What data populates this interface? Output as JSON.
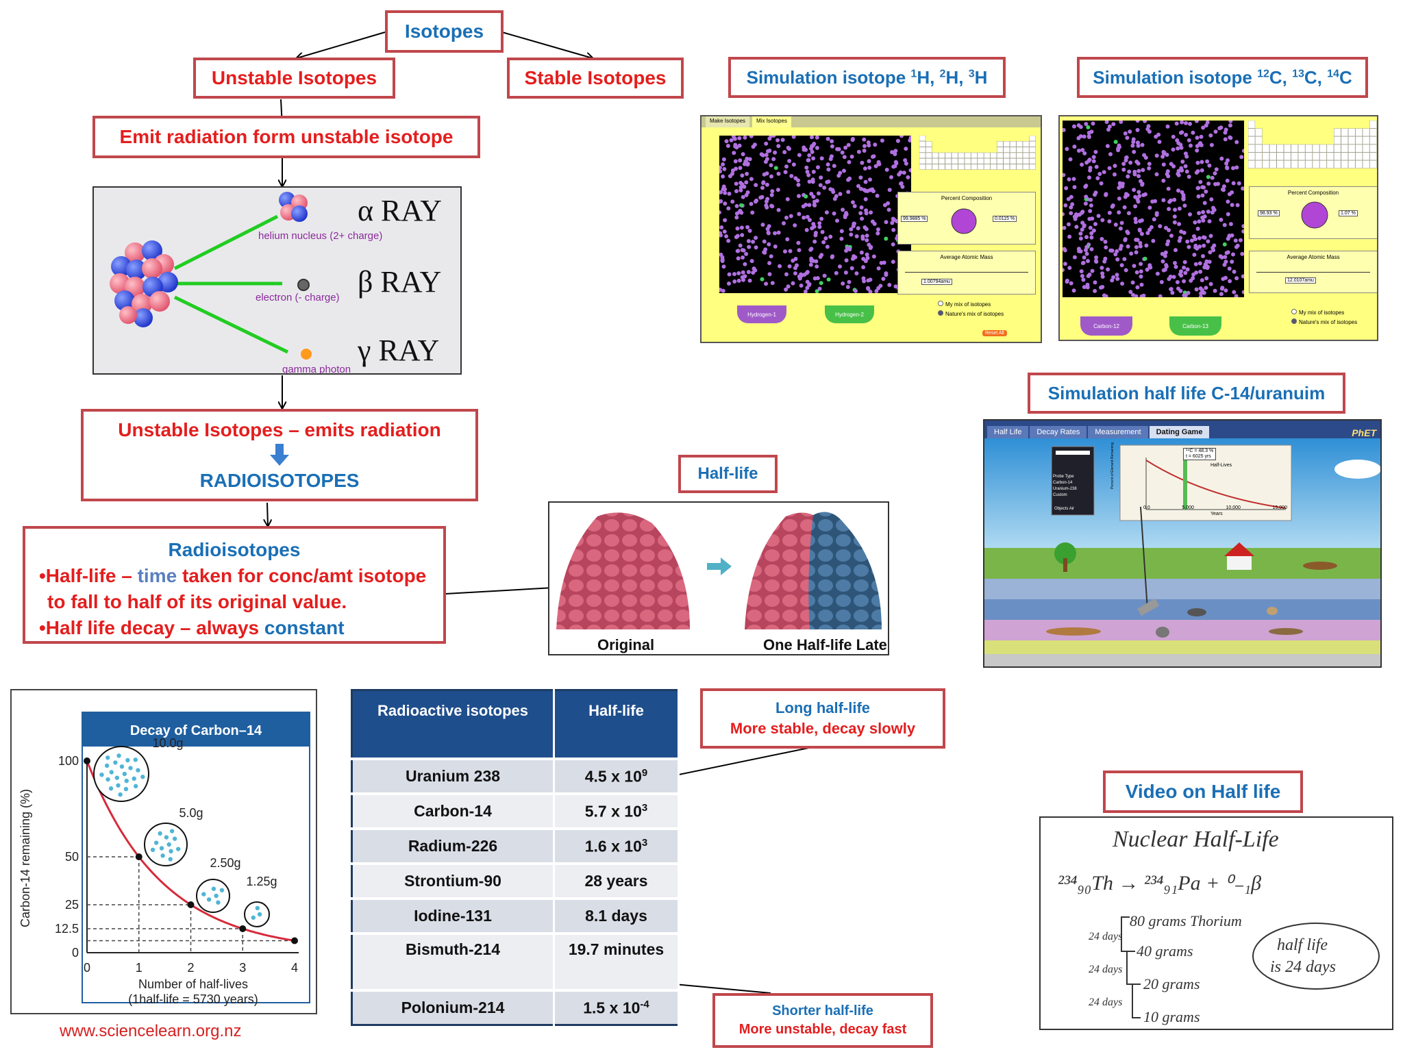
{
  "flow": {
    "isotopes": "Isotopes",
    "unstable": "Unstable Isotopes",
    "stable": "Stable Isotopes",
    "emit": "Emit radiation form unstable isotope",
    "unstable_emits": "Unstable Isotopes – emits radiation",
    "radioisotopes_caps": "RADIOISOTOPES"
  },
  "radiation": {
    "alpha": "α RAY",
    "beta": "β RAY",
    "gamma": "γ RAY",
    "helium": "helium nucleus (2+ charge)",
    "electron": "electron (- charge)",
    "photon": "gamma photon"
  },
  "definition": {
    "title": "Radioisotopes",
    "line1_a": "•Half-life – ",
    "line1_b": "time",
    "line1_c": " taken for conc/amt isotope",
    "line2": "to fall to half of its original value.",
    "line3_a": "•Half life decay – always ",
    "line3_b": "constant"
  },
  "halflife_label": "Half-life",
  "halflife_image": {
    "original": "Original",
    "later": "One Half-life Later"
  },
  "sim_h": {
    "title_base": "Simulation isotope",
    "title_parts": [
      {
        "sup": "1",
        "el": "H"
      },
      {
        "sup": "2",
        "el": "H"
      },
      {
        "sup": "3",
        "el": "H"
      }
    ],
    "tabs": [
      "Make Isotopes",
      "Mix Isotopes"
    ],
    "percent_title": "Percent Composition",
    "left_value": "99.9885 %",
    "right_value": "0.0115 %",
    "mass_title": "Average Atomic Mass",
    "mass_value": "1.00794amu",
    "radio_1": "My mix of isotopes",
    "radio_2": "Nature's mix of isotopes",
    "bucket_1": "Hydrogen-1",
    "bucket_2": "Hydrogen-2",
    "reset": "Reset All"
  },
  "sim_c": {
    "title_base": "Simulation isotope",
    "title_parts": [
      {
        "sup": "12",
        "el": "C"
      },
      {
        "sup": "13",
        "el": "C"
      },
      {
        "sup": "14",
        "el": "C"
      }
    ],
    "percent_title": "Percent Composition",
    "left_value": "98.93 %",
    "right_value": "1.07 %",
    "mass_title": "Average Atomic Mass",
    "mass_value": "12.0107amu",
    "radio_1": "My mix of isotopes",
    "radio_2": "Nature's mix of isotopes",
    "bucket_1": "Carbon-12",
    "bucket_2": "Carbon-13"
  },
  "sim_hl": {
    "title": "Simulation half life C-14/uranuim",
    "tabs": [
      "Half Life",
      "Decay Rates",
      "Measurement",
      "Dating Game"
    ],
    "logo": "PhET",
    "probe_title": "Probe Type",
    "probe_options": [
      "Carbon-14",
      "Uranium-238",
      "Custom"
    ],
    "objects_air": [
      "Objects",
      "Air"
    ],
    "readout": "¹⁴C = 48.3 %",
    "readout_t": "t = 6025 yrs",
    "graph_title": "Half-Lives",
    "x_ticks": [
      "0.0",
      "5,000",
      "10,000",
      "15,000"
    ],
    "x_label": "Years",
    "ylabel": "Percent of Element Remaining"
  },
  "chart_data": {
    "type": "line",
    "title": "Decay of Carbon–14",
    "xlabel": "Number of half-lives",
    "xlabel2": "(1half-life = 5730 years)",
    "ylabel": "Carbon-14 remaining (%)",
    "x_ticks": [
      "0",
      "1",
      "2",
      "3",
      "4"
    ],
    "y_ticks": [
      "0",
      "12.5",
      "25",
      "50",
      "100"
    ],
    "x": [
      0,
      1,
      2,
      3,
      4
    ],
    "y": [
      100,
      50,
      25,
      12.5,
      6.25
    ],
    "mass_labels": [
      "10.0g",
      "5.0g",
      "2.50g",
      "1.25g"
    ],
    "xlim": [
      0,
      4
    ],
    "ylim": [
      0,
      100
    ],
    "line_color": "#d62b3b"
  },
  "source": "www.sciencelearn.org.nz",
  "table": {
    "headers": [
      "Radioactive isotopes",
      "Half-life"
    ],
    "rows": [
      {
        "iso": "Uranium 238",
        "base": "4.5 x 10",
        "sup": "9"
      },
      {
        "iso": "Carbon-14",
        "base": "5.7 x 10",
        "sup": "3"
      },
      {
        "iso": "Radium-226",
        "base": "1.6 x 10",
        "sup": "3"
      },
      {
        "iso": "Strontium-90",
        "base": "28 years",
        "sup": ""
      },
      {
        "iso": "Iodine-131",
        "base": "8.1 days",
        "sup": ""
      },
      {
        "iso": "Bismuth-214",
        "base": "19.7 minutes",
        "sup": ""
      },
      {
        "iso": "Polonium-214",
        "base": "1.5 x 10",
        "sup": "-4"
      }
    ]
  },
  "long_note": {
    "title": "Long half-life",
    "text": "More stable, decay slowly"
  },
  "short_note": {
    "title": "Shorter half-life",
    "text": "More unstable, decay fast"
  },
  "video": {
    "title": "Video on Half life",
    "heading": "Nuclear Half-Life",
    "reaction": "²³⁴₉₀Th → ²³⁴₉₁Pa + ⁰₋₁β",
    "grams": [
      "80 grams Thorium",
      "40 grams",
      "20 grams",
      "10 grams"
    ],
    "days": [
      "24 days",
      "24 days",
      "24 days"
    ],
    "bubble": [
      "half life",
      "is 24 days"
    ]
  }
}
